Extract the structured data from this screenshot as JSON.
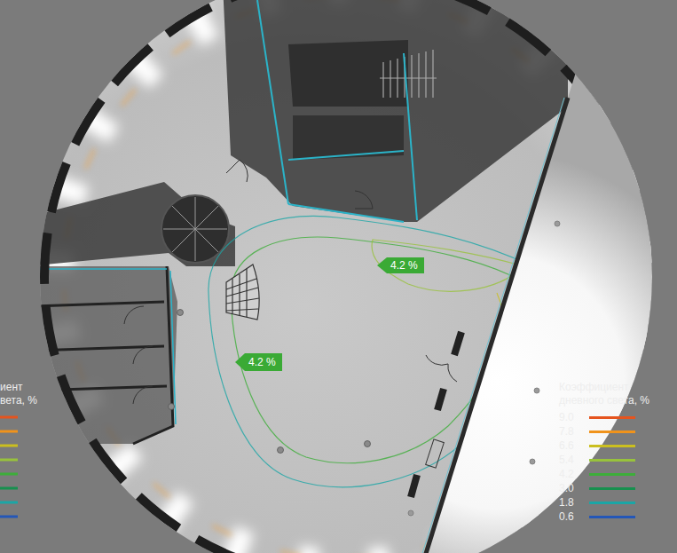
{
  "diagram": {
    "nodes": [
      {
        "text": [
          "4.2 %"
        ]
      },
      {
        "text": [
          "4.2 %"
        ]
      }
    ],
    "labels": [
      "иент",
      "вета, %",
      "Коэффициент дневного света, %"
    ],
    "legend": [
      {
        "text": "9.0",
        "color": "#e5541e"
      },
      {
        "text": "7.8",
        "color": "#f0931b"
      },
      {
        "text": "6.6",
        "color": "#cbbf1f"
      },
      {
        "text": "5.4",
        "color": "#98c23c"
      },
      {
        "text": "4.2",
        "color": "#3dae3a"
      },
      {
        "text": "3.0",
        "color": "#17904f"
      },
      {
        "text": "1.8",
        "color": "#1ba6a6"
      },
      {
        "text": "0.6",
        "color": "#2457b8"
      }
    ]
  }
}
